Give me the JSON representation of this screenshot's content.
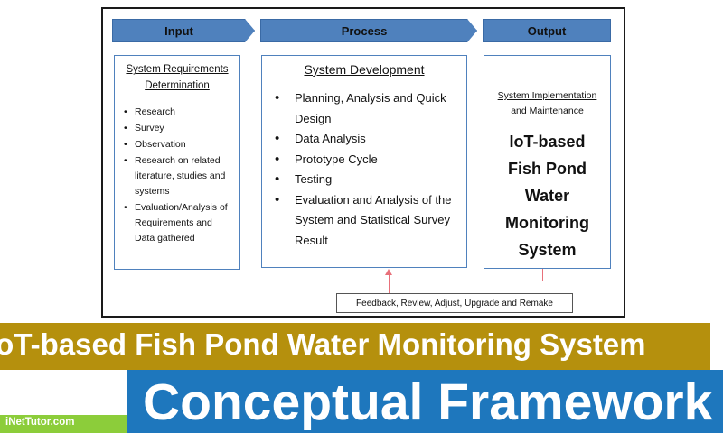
{
  "phases": {
    "input": "Input",
    "process": "Process",
    "output": "Output"
  },
  "input_box": {
    "title_line1": "System Requirements",
    "title_line2": "Determination",
    "items": [
      "Research",
      "Survey",
      "Observation",
      "Research on related literature, studies and systems",
      "Evaluation/Analysis of Requirements and Data gathered"
    ]
  },
  "process_box": {
    "title": "System Development",
    "items": [
      "Planning, Analysis and Quick Design",
      "Data Analysis",
      "Prototype Cycle",
      "Testing",
      "Evaluation and Analysis of the System and Statistical Survey Result"
    ]
  },
  "output_box": {
    "title_line1": "System Implementation",
    "title_line2": "and Maintenance",
    "product": [
      "IoT-based",
      "Fish Pond",
      "Water",
      "Monitoring",
      "System"
    ]
  },
  "feedback": "Feedback, Review, Adjust, Upgrade and Remake",
  "banner_title": "IoT-based Fish Pond Water Monitoring System",
  "banner_subtitle": "Conceptual Framework",
  "brand": "iNetTutor.com",
  "colors": {
    "phase_blue": "#4f81bd",
    "gold": "#b5900d",
    "blue": "#1e77bd",
    "green": "#8ccd3a",
    "feedback_red": "#e8707a"
  }
}
